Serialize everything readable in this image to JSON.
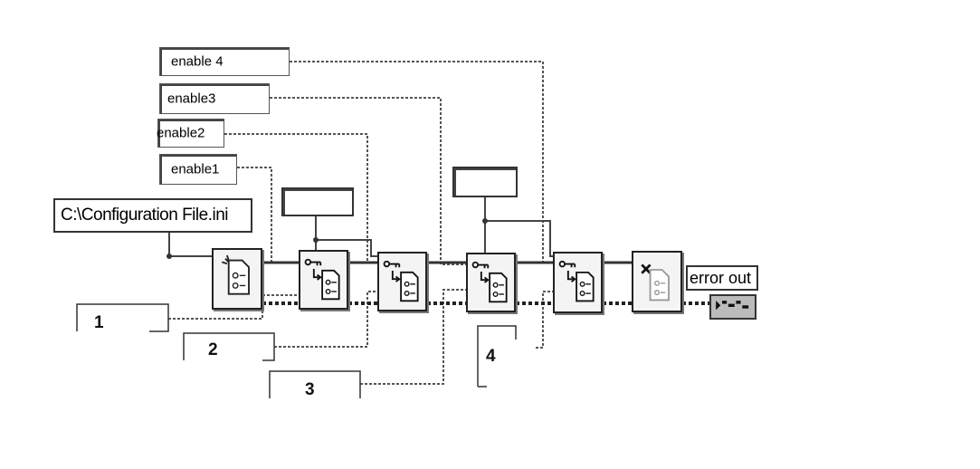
{
  "controls": {
    "enable4": "enable 4",
    "enable3": "enable3",
    "enable2": "enable2",
    "enable1": "enable1"
  },
  "path_constant": "C:\\Configuration File.ini",
  "indicator": {
    "label": "error out"
  },
  "callouts": [
    "1",
    "2",
    "3",
    "4"
  ],
  "icons": {
    "open_config": "open-config-icon",
    "write_key": "write-key-icon",
    "close_config": "close-config-icon"
  }
}
